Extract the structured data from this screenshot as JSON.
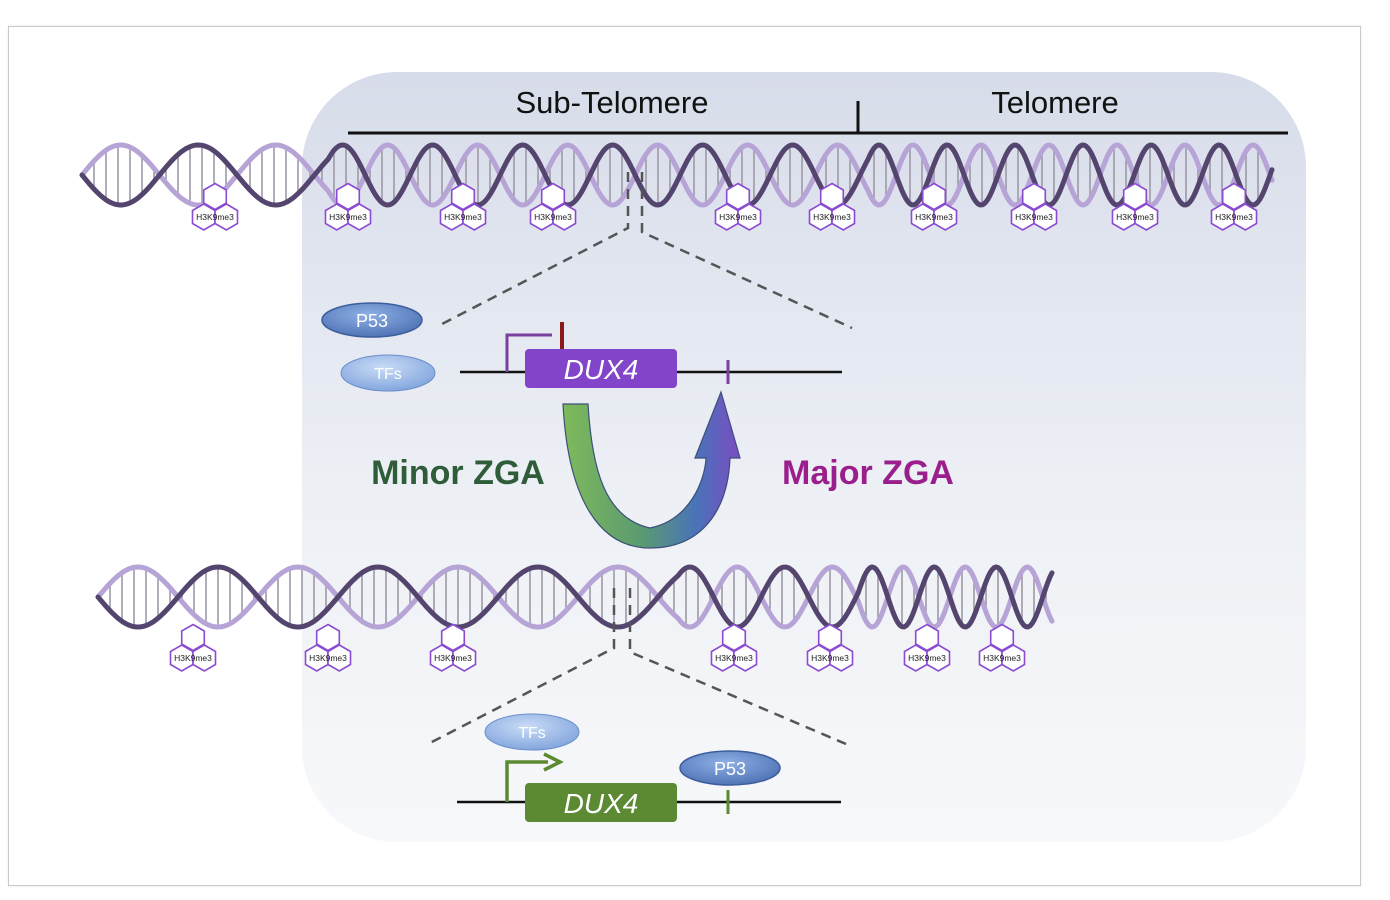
{
  "region_labels": {
    "sub_telomere": "Sub-Telomere",
    "telomere": "Telomere"
  },
  "histone_label": "H3K9me3",
  "factors": {
    "p53": "P53",
    "tfs": "TFs"
  },
  "gene": "DUX4",
  "transitions": {
    "minor": "Minor ZGA",
    "major": "Major ZGA"
  },
  "colors": {
    "panel": "#dde3ee",
    "repressed_gene": "#8245c9",
    "active_gene": "#5c8a33",
    "minor_text": "#2f5d3a",
    "major_text": "#9a1f8c",
    "factor_p53": "#5f84c4",
    "factor_tfs": "#8fb0e2",
    "helix_dark": "#54456e",
    "helix_light": "#b7a4d6",
    "histone": "#8a4ad1"
  }
}
